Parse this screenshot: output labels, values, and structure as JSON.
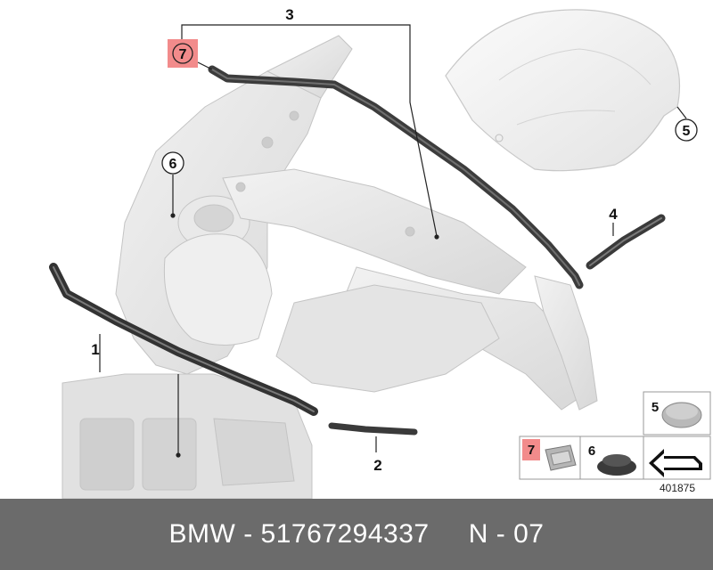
{
  "diagram": {
    "callouts": [
      {
        "id": "c1",
        "label": "1"
      },
      {
        "id": "c2",
        "label": "2"
      },
      {
        "id": "c3",
        "label": "3"
      },
      {
        "id": "c4",
        "label": "4"
      },
      {
        "id": "c5",
        "label": "5"
      },
      {
        "id": "c6",
        "label": "6"
      },
      {
        "id": "c7",
        "label": "7"
      }
    ],
    "legend": {
      "item5": "5",
      "item6": "6",
      "item7": "7"
    },
    "reference_number": "401875"
  },
  "footer": {
    "brand": "BMW",
    "separator1": " - ",
    "part_number": "51767294337",
    "gap": "     ",
    "code": "N - 07"
  },
  "colors": {
    "highlight": "#f28b8b",
    "footer_bg": "#6b6b6b",
    "seal": "#3c3c3c",
    "body_part": "#e6e6e6"
  }
}
